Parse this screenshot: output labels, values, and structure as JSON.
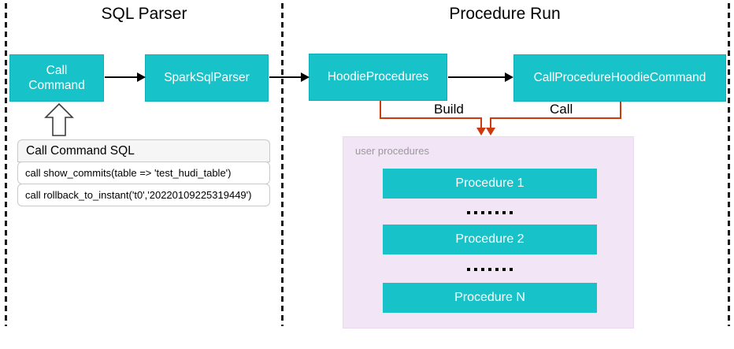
{
  "sections": {
    "sql_parser": {
      "title": "SQL Parser",
      "nodes": {
        "call_command": "Call Command",
        "spark_sql_parser": "SparkSqlParser"
      },
      "sql_table": {
        "header": "Call Command SQL",
        "rows": [
          "call show_commits(table => 'test_hudi_table')",
          "call rollback_to_instant('t0','20220109225319449')"
        ]
      }
    },
    "procedure_run": {
      "title": "Procedure Run",
      "nodes": {
        "hoodie_procedures": "HoodieProcedures",
        "call_procedure_hoodie_command": "CallProcedureHoodieCommand"
      },
      "edge_labels": {
        "build": "Build",
        "call": "Call"
      },
      "user_procedures": {
        "label": "user procedures",
        "items": [
          "Procedure 1",
          "Procedure 2",
          "Procedure N"
        ]
      }
    }
  },
  "colors": {
    "node_fill": "#18C2C9",
    "connector_red": "#CC3A0E",
    "panel_pink": "#F2E5F6",
    "table_header_bg": "#F6F6F6",
    "dash_line": "#1A1A1A"
  }
}
